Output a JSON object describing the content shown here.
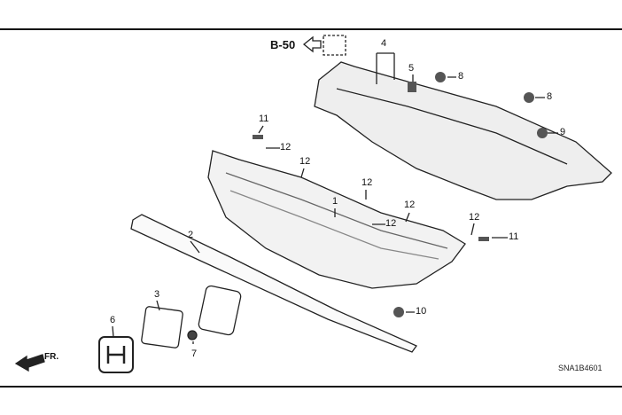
{
  "reference": {
    "label": "B-50"
  },
  "front_label": "FR.",
  "diagram_code": "SNA1B4601",
  "callouts": [
    "1",
    "2",
    "3",
    "4",
    "5",
    "6",
    "7",
    "8",
    "8",
    "9",
    "10",
    "11",
    "11",
    "12",
    "12",
    "12",
    "12",
    "12",
    "12",
    "12"
  ]
}
